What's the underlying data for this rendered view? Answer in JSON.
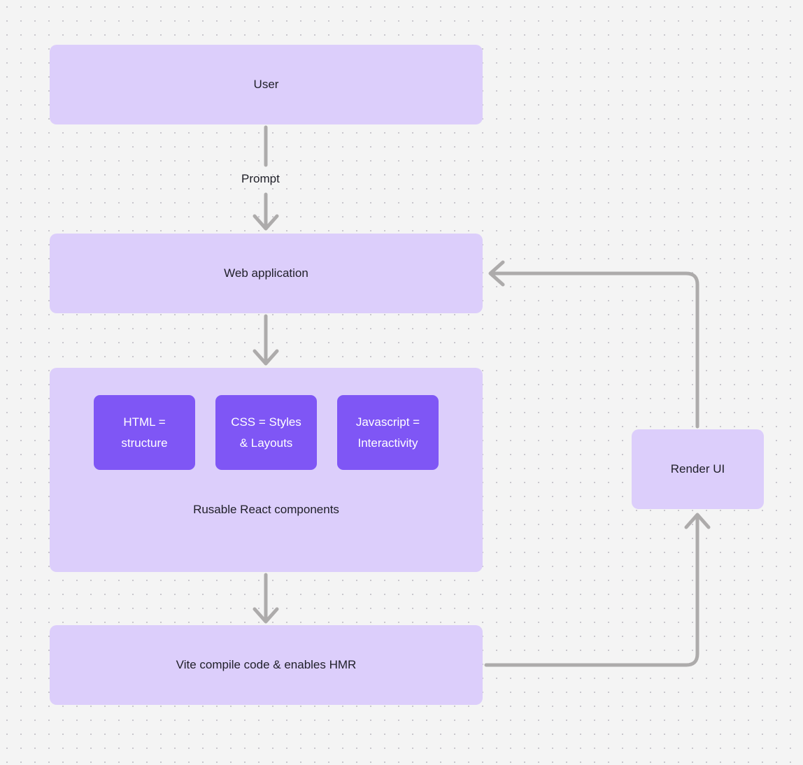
{
  "canvas": {
    "background_color": "#f4f4f4",
    "dot_color": "#c9c7cd",
    "node_fill": "#dccefb",
    "subnode_fill": "#7f56f5",
    "edge_color": "#adabab",
    "text_color": "#1f1f28"
  },
  "nodes": {
    "user": {
      "label": "User"
    },
    "web_application": {
      "label": "Web application"
    },
    "components_group": {
      "caption": "Rusable React components",
      "items": [
        {
          "label": "HTML = structure",
          "line1": "HTML =",
          "line2": "structure"
        },
        {
          "label": "CSS = Styles & Layouts",
          "line1": "CSS = Styles",
          "line2": "& Layouts"
        },
        {
          "label": "Javascript = Interactivity",
          "line1": "Javascript =",
          "line2": "Interactivity"
        }
      ]
    },
    "vite": {
      "label": "Vite compile code & enables HMR"
    },
    "render_ui": {
      "label": "Render UI"
    }
  },
  "edges": [
    {
      "id": "user-to-webapp",
      "label": "Prompt",
      "from": "user",
      "to": "web_application"
    },
    {
      "id": "webapp-to-components",
      "label": "",
      "from": "web_application",
      "to": "components_group"
    },
    {
      "id": "components-to-vite",
      "label": "",
      "from": "components_group",
      "to": "vite"
    },
    {
      "id": "vite-to-render",
      "label": "",
      "from": "vite",
      "to": "render_ui"
    },
    {
      "id": "render-to-webapp",
      "label": "",
      "from": "render_ui",
      "to": "web_application"
    }
  ]
}
